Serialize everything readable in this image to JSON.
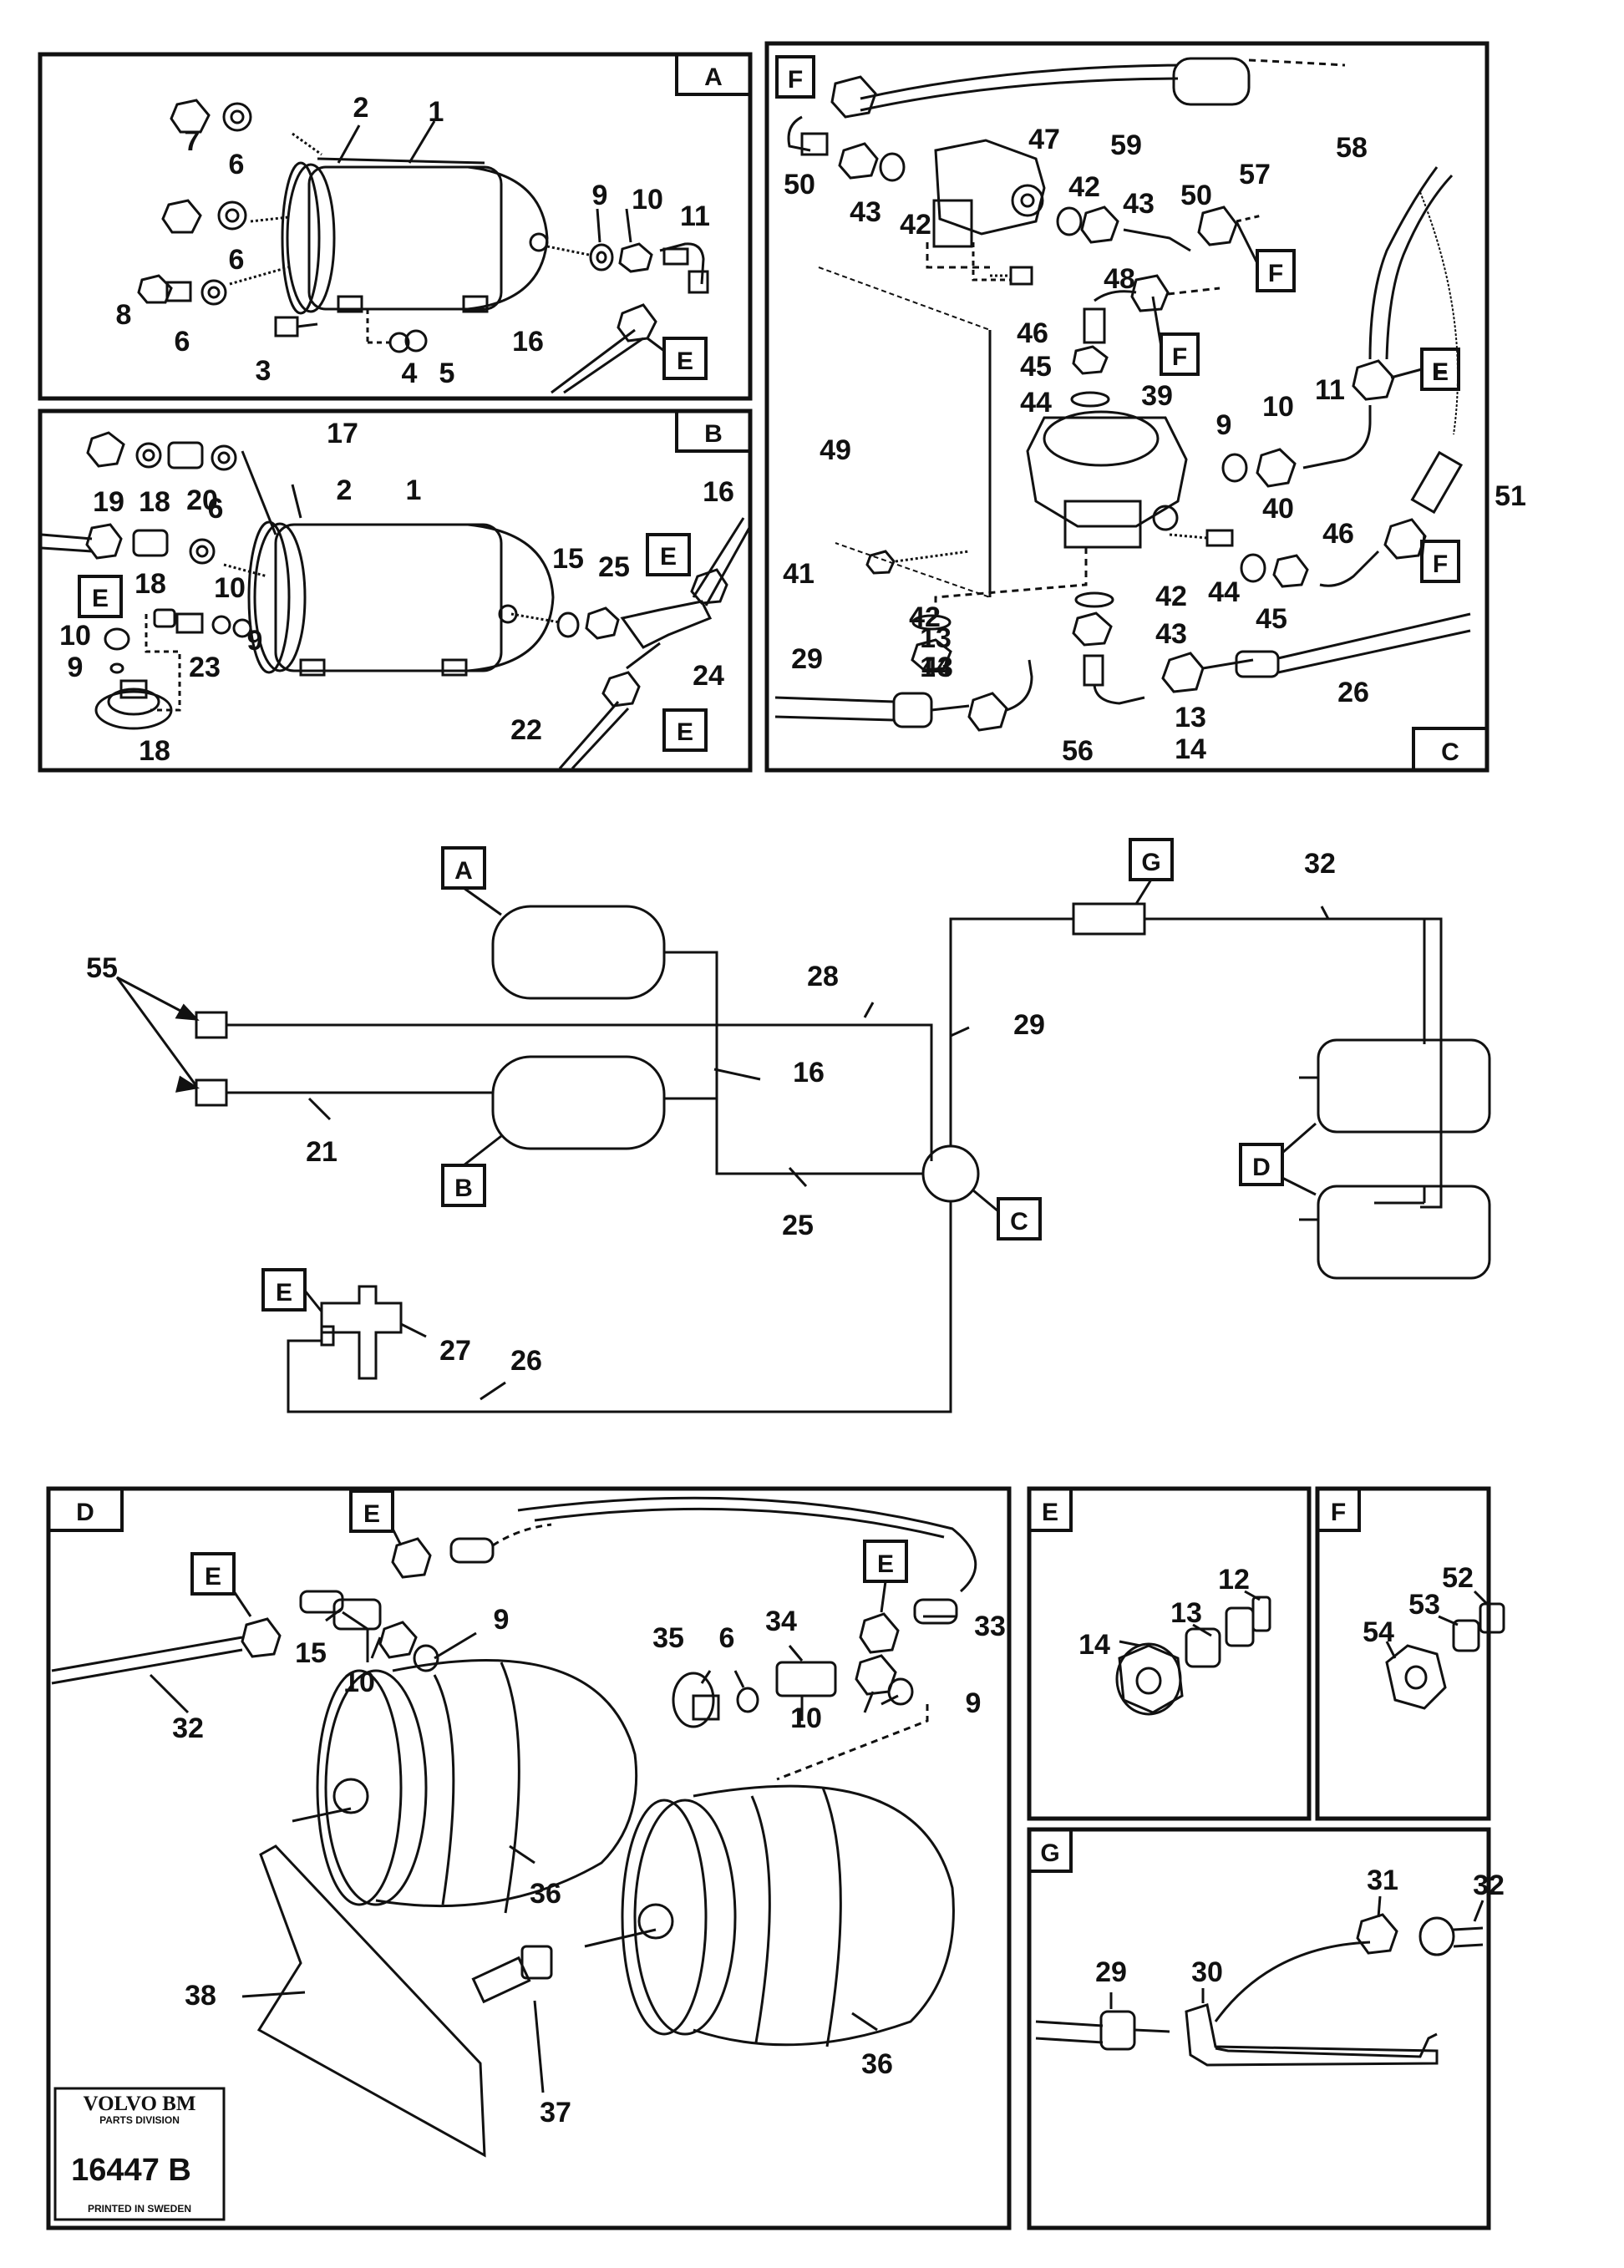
{
  "panels": {
    "A": {
      "tag": "A",
      "labels": [
        "2",
        "1",
        "7",
        "6",
        "6",
        "8",
        "6",
        "3",
        "9",
        "10",
        "11",
        "16",
        "4",
        "5"
      ],
      "callout_E": "E"
    },
    "B": {
      "tag": "B",
      "labels": [
        "17",
        "19",
        "18",
        "20",
        "6",
        "2",
        "1",
        "16",
        "18",
        "10",
        "9",
        "10",
        "9",
        "23",
        "18",
        "24",
        "22",
        "15",
        "25"
      ],
      "callout_E": [
        "E",
        "E",
        "E"
      ]
    },
    "C": {
      "tag": "C",
      "labels": [
        "59",
        "58",
        "57",
        "50",
        "43",
        "42",
        "47",
        "42",
        "43",
        "50",
        "48",
        "46",
        "45",
        "44",
        "39",
        "9",
        "10",
        "11",
        "49",
        "40",
        "51",
        "41",
        "46",
        "44",
        "45",
        "42",
        "42",
        "43",
        "13",
        "14",
        "43",
        "29",
        "26",
        "56",
        "13",
        "14"
      ],
      "callouts_F": [
        "F",
        "F",
        "F",
        "F",
        "F"
      ],
      "callout_E": "E"
    }
  },
  "schematic": {
    "boxes": [
      "A",
      "B",
      "C",
      "D",
      "E",
      "G"
    ],
    "labels": [
      "55",
      "28",
      "29",
      "32",
      "16",
      "21",
      "25",
      "27",
      "26"
    ]
  },
  "panel_D": {
    "tag": "D",
    "labels": [
      "9",
      "15",
      "10",
      "32",
      "35",
      "6",
      "34",
      "33",
      "10",
      "9",
      "36",
      "36",
      "38",
      "37"
    ],
    "callouts_E": [
      "E",
      "E",
      "E"
    ]
  },
  "panel_E": {
    "tag": "E",
    "labels": [
      "12",
      "13",
      "14"
    ]
  },
  "panel_F": {
    "tag": "F",
    "labels": [
      "52",
      "53",
      "54"
    ]
  },
  "panel_G": {
    "tag": "G",
    "labels": [
      "31",
      "32",
      "29",
      "30"
    ]
  },
  "logo": {
    "brand": "VOLVO BM",
    "division": "PARTS DIVISION",
    "code": "16447 B",
    "printed": "PRINTED IN SWEDEN"
  }
}
